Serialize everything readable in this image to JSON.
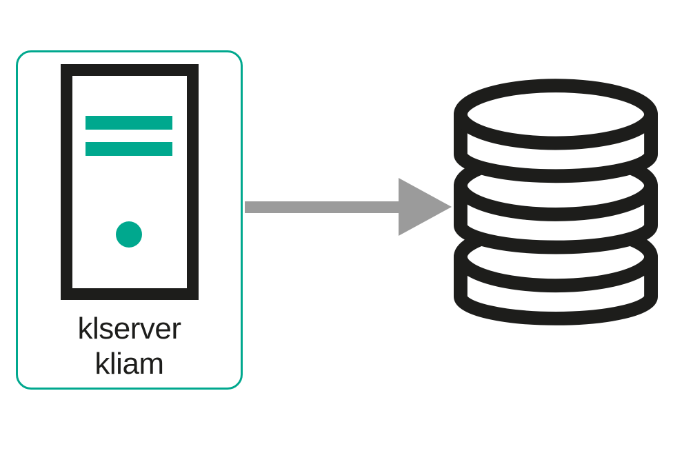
{
  "diagram": {
    "type": "architecture-diagram",
    "colors": {
      "accent_teal": "#00a88e",
      "icon_black": "#1d1d1b",
      "arrow_gray": "#9b9b9b",
      "background": "#ffffff"
    },
    "server_node": {
      "icon": "server-tower-icon",
      "labels": [
        "klserver",
        "kliam"
      ]
    },
    "connector": {
      "icon": "arrow-right-icon",
      "direction": "right"
    },
    "database_node": {
      "icon": "database-icon",
      "disk_count": 3
    }
  }
}
